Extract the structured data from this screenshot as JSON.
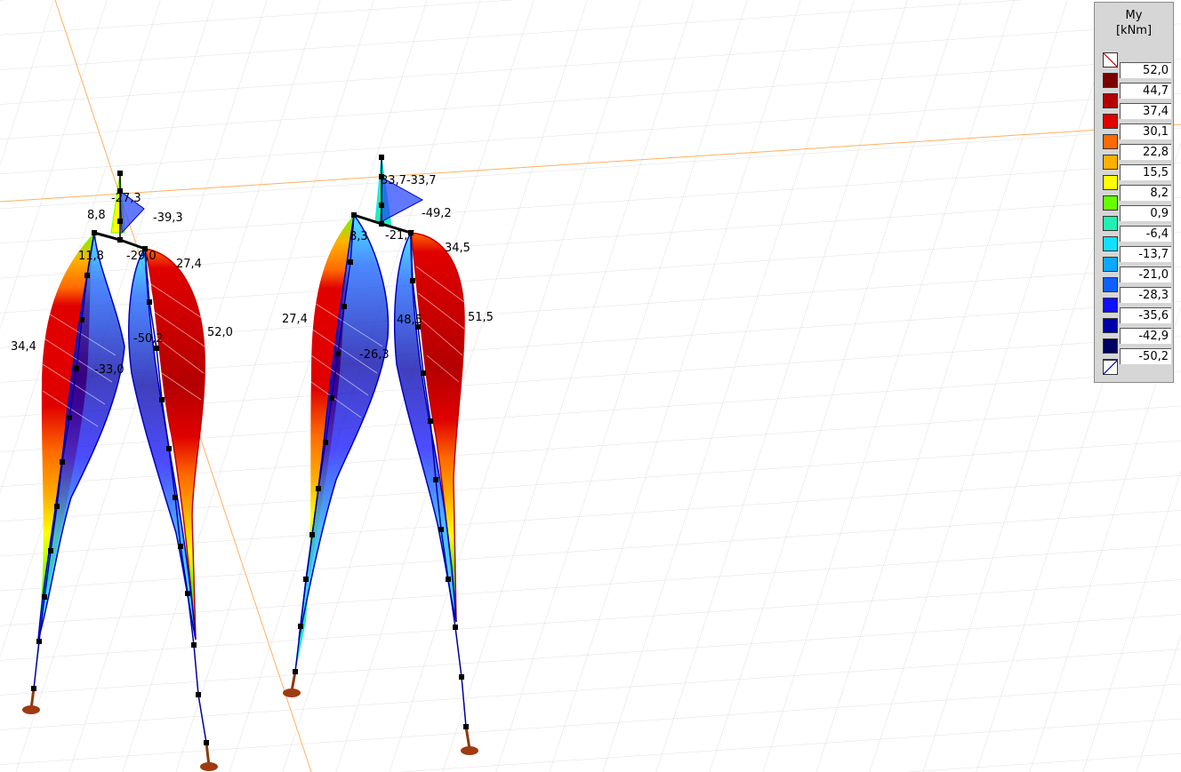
{
  "legend": {
    "title_line1": "My",
    "title_line2": "[kNm]",
    "items": [
      {
        "value": "52,0",
        "color": "#7a0000"
      },
      {
        "value": "44,7",
        "color": "#b40000"
      },
      {
        "value": "37,4",
        "color": "#e00000"
      },
      {
        "value": "30,1",
        "color": "#ff6a00"
      },
      {
        "value": "22,8",
        "color": "#ffb000"
      },
      {
        "value": "15,5",
        "color": "#ffff00"
      },
      {
        "value": "8,2",
        "color": "#66ff00"
      },
      {
        "value": "0,9",
        "color": "#22f0b0"
      },
      {
        "value": "-6,4",
        "color": "#12e0ff"
      },
      {
        "value": "-13,7",
        "color": "#10a8ff"
      },
      {
        "value": "-21,0",
        "color": "#1060ff"
      },
      {
        "value": "-28,3",
        "color": "#1010ff"
      },
      {
        "value": "-35,6",
        "color": "#0000a8"
      },
      {
        "value": "-42,9",
        "color": "#000060"
      },
      {
        "value": "-50,2",
        "color": "#000040"
      }
    ]
  },
  "labels": {
    "f1_top_neg": "-27,3",
    "f1_top_pos": "8,8",
    "f1_top_right": "-39,3",
    "f1_left_top": "11,8",
    "f1_mid_neg": "-29,0",
    "f1_right_top": "27,4",
    "f1_left_max": "34,4",
    "f1_mid_min": "-50,2",
    "f1_right_max": "52,0",
    "f1_left_min": "-33,0",
    "f2_top_pair": "33,7-33,7",
    "f2_top_right": "-49,2",
    "f2_left_top": "8,3",
    "f2_mid_neg": "-21,7",
    "f2_right_top": "34,5",
    "f2_left_max": "27,4",
    "f2_mid_val": "48,5",
    "f2_right_max": "51,5",
    "f2_left_min": "-26,3"
  }
}
